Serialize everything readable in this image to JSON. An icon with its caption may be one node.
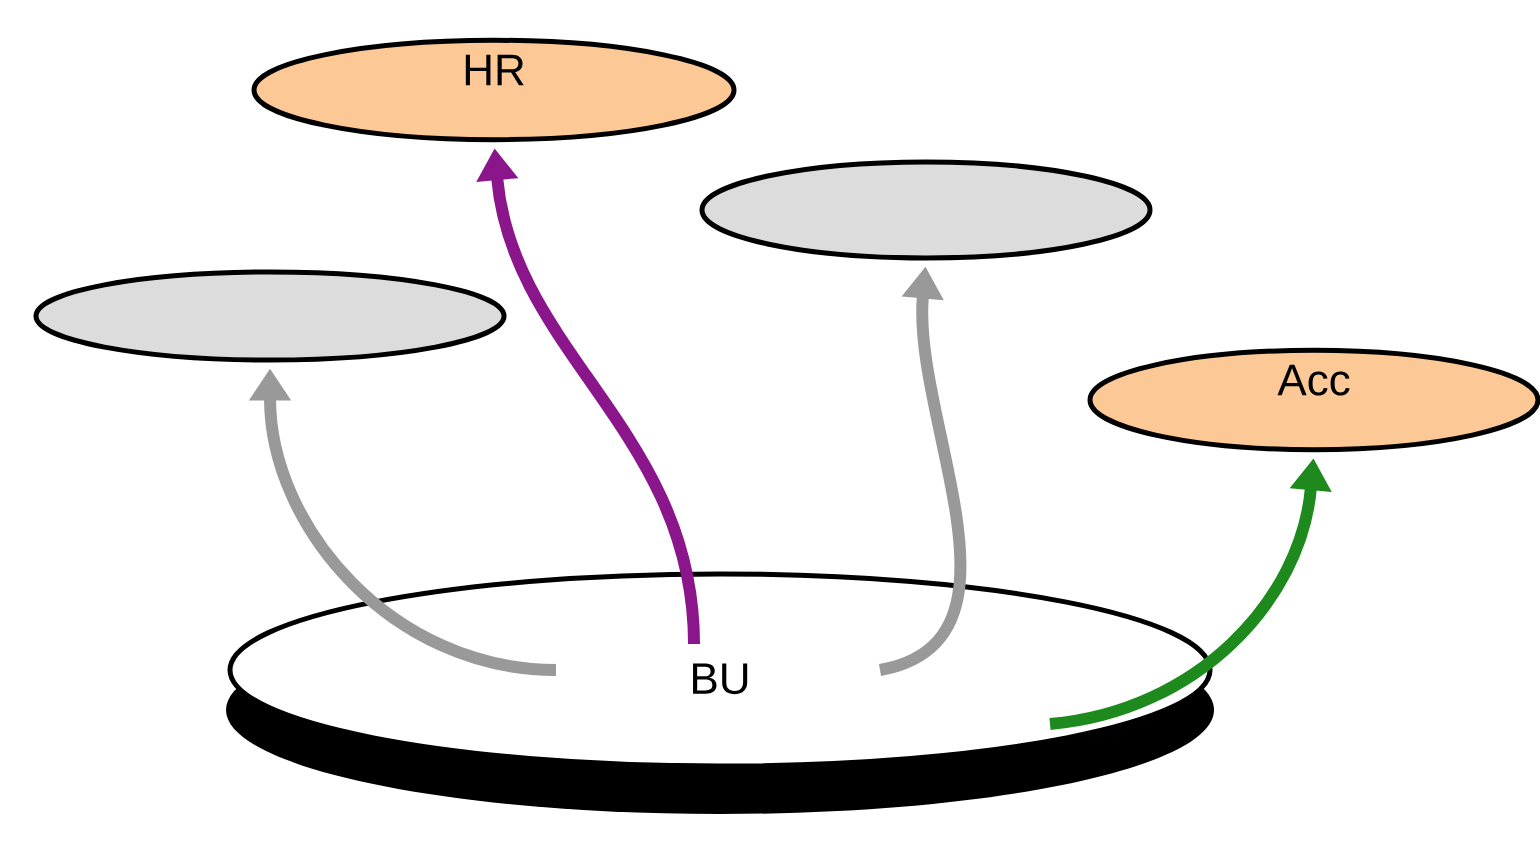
{
  "diagram": {
    "nodes": [
      {
        "text": [
          "HR"
        ]
      },
      {
        "text": [],
        "shape": "ellipse"
      },
      {
        "text": [],
        "shape": "ellipse"
      },
      {
        "text": [
          "Acc"
        ]
      },
      {
        "text": [
          "BU"
        ]
      }
    ],
    "edges": [
      {
        "from": 4,
        "to": 1,
        "arrow": "to"
      },
      {
        "from": 4,
        "to": 0,
        "arrow": "to",
        "color": "#8b168b"
      },
      {
        "from": 4,
        "to": 2,
        "arrow": "to"
      },
      {
        "from": 4,
        "to": 3,
        "arrow": "to",
        "color": "#1e8a1e"
      }
    ]
  }
}
